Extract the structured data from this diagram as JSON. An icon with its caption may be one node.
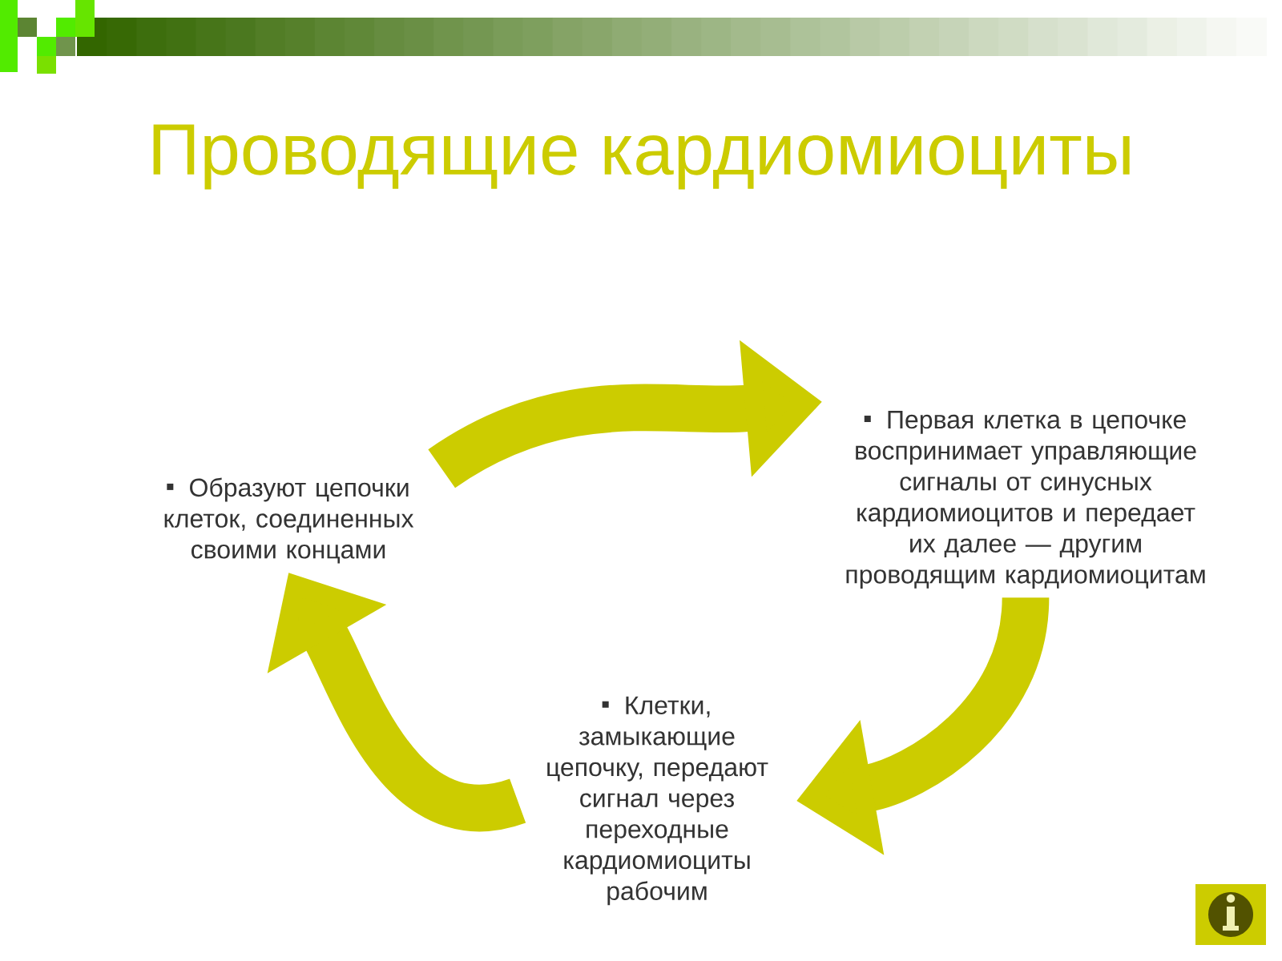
{
  "diagram": {
    "title": "Проводящие кардиомиоциты",
    "nodes": [
      {
        "text": [
          "Образуют цепочки клеток, соединенных своими концами"
        ]
      },
      {
        "text": [
          "Первая клетка в цепочке воспринимает управляющие сигналы от синусных кардиомиоцитов и передает их далее — другим проводящим кардиомиоцитам"
        ]
      },
      {
        "text": [
          "Клетки, замыкающие цепочку, передают сигнал через переходные кардиомиоциты рабочим"
        ]
      }
    ],
    "edges": [
      {
        "from": 0,
        "to": 1,
        "arrow": "to"
      },
      {
        "from": 1,
        "to": 2,
        "arrow": "to"
      },
      {
        "from": 2,
        "to": 0,
        "arrow": "to"
      }
    ]
  }
}
